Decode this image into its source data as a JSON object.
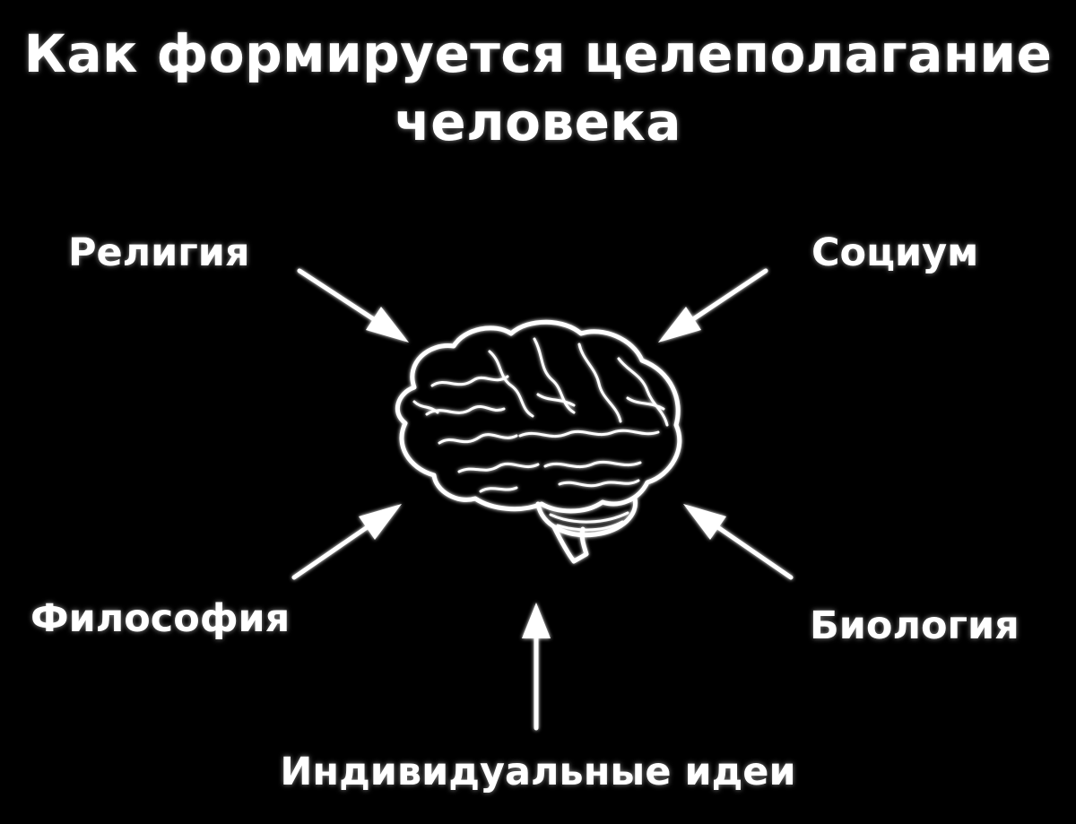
{
  "title": {
    "line1": "Как формируется целеполагание",
    "line2": "человека"
  },
  "center": {
    "icon": "brain-icon"
  },
  "sources": {
    "religion": "Религия",
    "society": "Социум",
    "philosophy": "Философия",
    "biology": "Биология",
    "ideas": "Индивидуальные идеи"
  },
  "colors": {
    "background": "#000000",
    "foreground": "#ffffff"
  }
}
